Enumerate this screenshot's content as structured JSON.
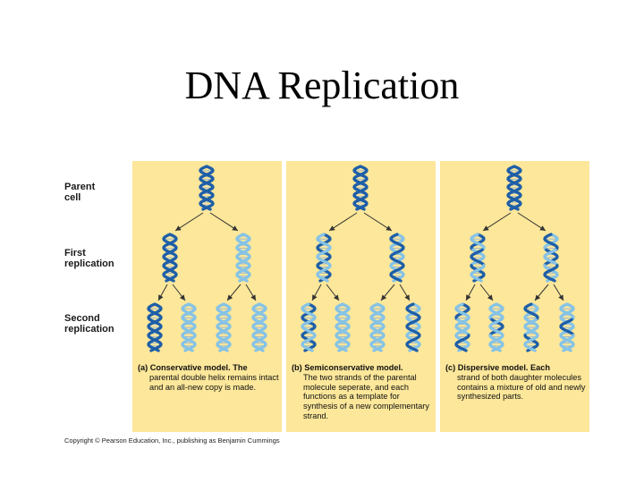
{
  "title": "DNA Replication",
  "row_labels": {
    "parent": [
      "Parent",
      "cell"
    ],
    "first": [
      "First",
      "replication"
    ],
    "second": [
      "Second",
      "replication"
    ]
  },
  "colors": {
    "panel": "#fce79a",
    "old_strand": "#1f5fa8",
    "new_strand": "#86c3e6"
  },
  "panels": [
    {
      "model": "conservative",
      "caption_tag": "(a)",
      "caption_bold": "Conservative model.",
      "caption_lead": "The",
      "caption_body": "parental double helix remains intact and an all-new copy is made."
    },
    {
      "model": "semiconservative",
      "caption_tag": "(b)",
      "caption_bold": "Semiconservative model.",
      "caption_lead": "",
      "caption_body": "The two strands of the parental molecule seperate, and each functions as a template for synthesis of a new complementary strand."
    },
    {
      "model": "dispersive",
      "caption_tag": "(c)",
      "caption_bold": "Dispersive model.",
      "caption_lead": "Each",
      "caption_body": "strand of both daughter molecules contains a mixture of old and newly synthesized parts."
    }
  ],
  "copyright": "Copyright © Pearson Education, Inc., publishing as Benjamin Cummings"
}
